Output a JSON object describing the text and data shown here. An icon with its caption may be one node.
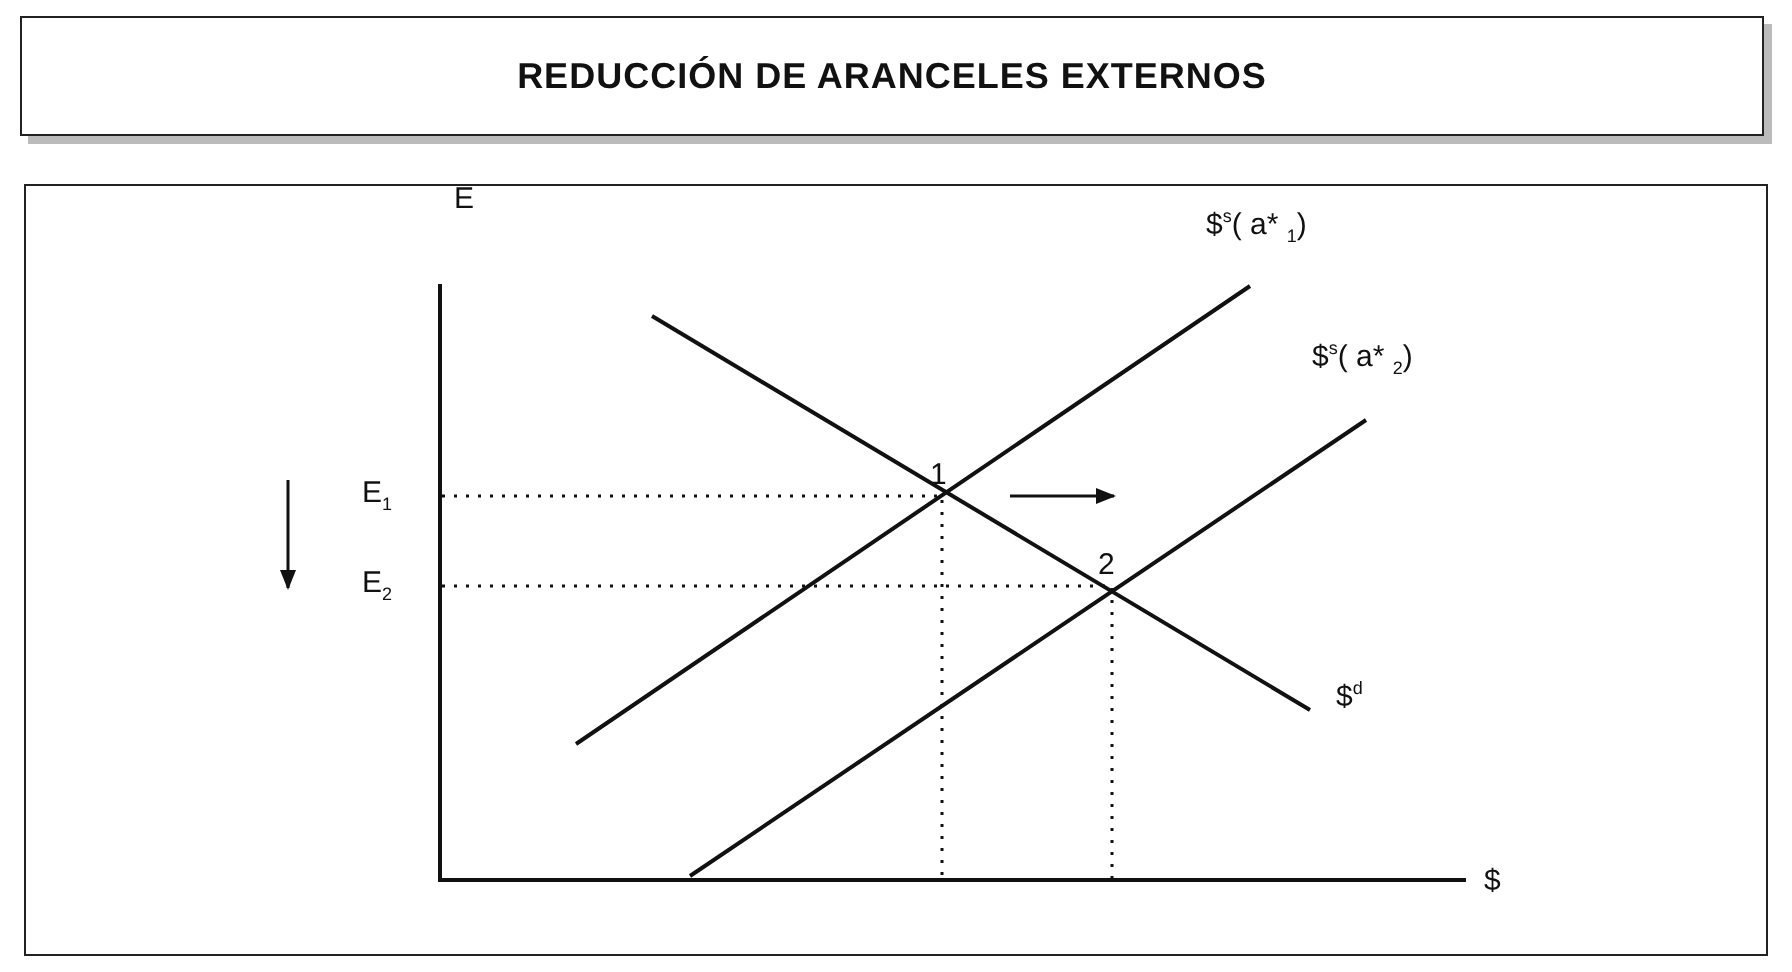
{
  "diagram": {
    "title": "REDUCCIÓN DE ARANCELES EXTERNOS",
    "labels": [
      "E",
      "$$^{s}$( a* $_{1}$)",
      "$$^{s}$( a* $_{2}$)",
      "E$_{1}$",
      "1",
      "E$_{2}$",
      "2",
      "$$^{d}$",
      "$"
    ]
  }
}
